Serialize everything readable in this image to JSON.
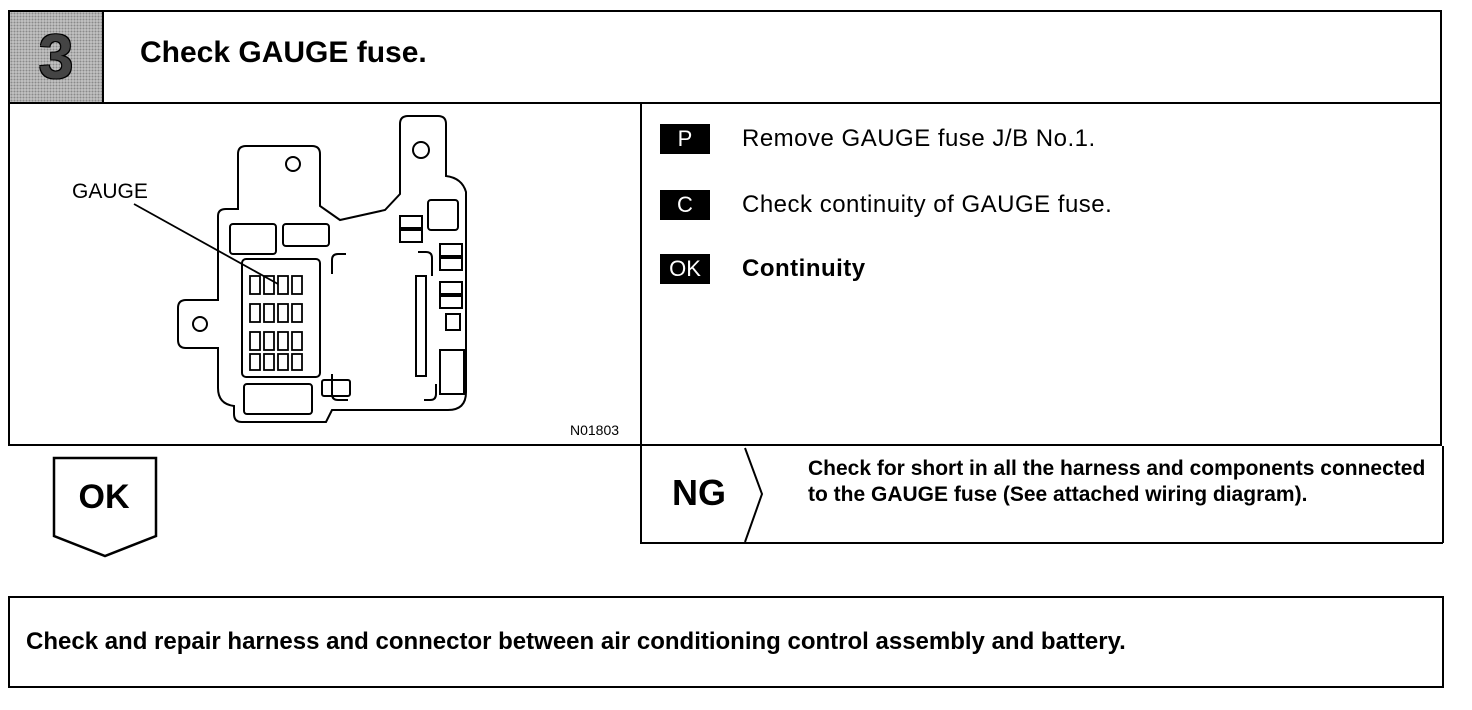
{
  "step": {
    "number": "3",
    "title": "Check GAUGE fuse."
  },
  "figure": {
    "callout_label": "GAUGE",
    "code": "N01803"
  },
  "instructions": [
    {
      "tag": "P",
      "text": "Remove GAUGE fuse J/B No.1."
    },
    {
      "tag": "C",
      "text": "Check continuity of GAUGE fuse."
    },
    {
      "tag": "OK",
      "text": "Continuity"
    }
  ],
  "ok_branch": {
    "label": "OK"
  },
  "ng_branch": {
    "label": "NG",
    "text": "Check for short in all the harness and components connected to the GAUGE fuse (See attached wiring diagram)."
  },
  "final_step": {
    "text": "Check and repair harness and connector between air conditioning control assembly and battery."
  }
}
